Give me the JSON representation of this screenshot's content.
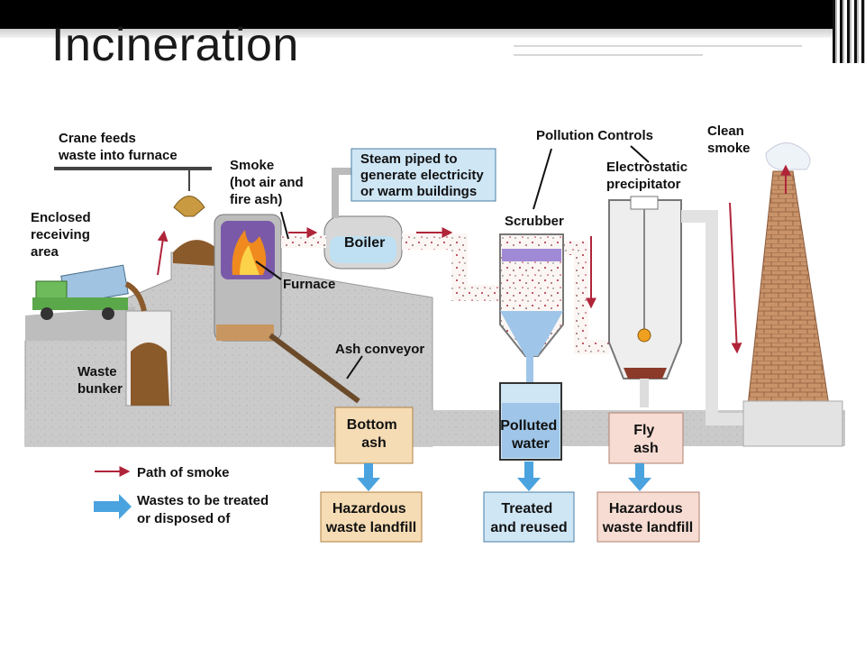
{
  "slide": {
    "title": "Incineration"
  },
  "labels": {
    "crane": [
      "Crane feeds",
      "waste into furnace"
    ],
    "receiving": [
      "Enclosed",
      "receiving",
      "area"
    ],
    "bunker": [
      "Waste",
      "bunker"
    ],
    "smoke": [
      "Smoke",
      "(hot air and",
      "fire ash)"
    ],
    "steam": [
      "Steam piped to",
      "generate electricity",
      "or warm buildings"
    ],
    "boiler": "Boiler",
    "furnace": "Furnace",
    "ash_conveyor": "Ash conveyor",
    "pollution_controls": "Pollution Controls",
    "scrubber": "Scrubber",
    "precipitator": [
      "Electrostatic",
      "precipitator"
    ],
    "clean_smoke": [
      "Clean",
      "smoke"
    ],
    "bottom_ash": [
      "Bottom",
      "ash"
    ],
    "polluted_water": [
      "Polluted",
      "water"
    ],
    "fly_ash": [
      "Fly",
      "ash"
    ],
    "landfill_left": [
      "Hazardous",
      "waste landfill"
    ],
    "treated": [
      "Treated",
      "and reused"
    ],
    "landfill_right": [
      "Hazardous",
      "waste landfill"
    ]
  },
  "legend": {
    "smoke_path": "Path of smoke",
    "wastes": [
      "Wastes to be treated",
      "or disposed of"
    ]
  },
  "colors": {
    "smoke_arrow": "#b0243a",
    "waste_arrow": "#4aa3df",
    "ground": "#c9c9c9",
    "box_tan": "#f6dcb4",
    "box_blue": "#cfe6f5",
    "box_pink": "#f6dcd2",
    "brick": "#c9936a"
  }
}
